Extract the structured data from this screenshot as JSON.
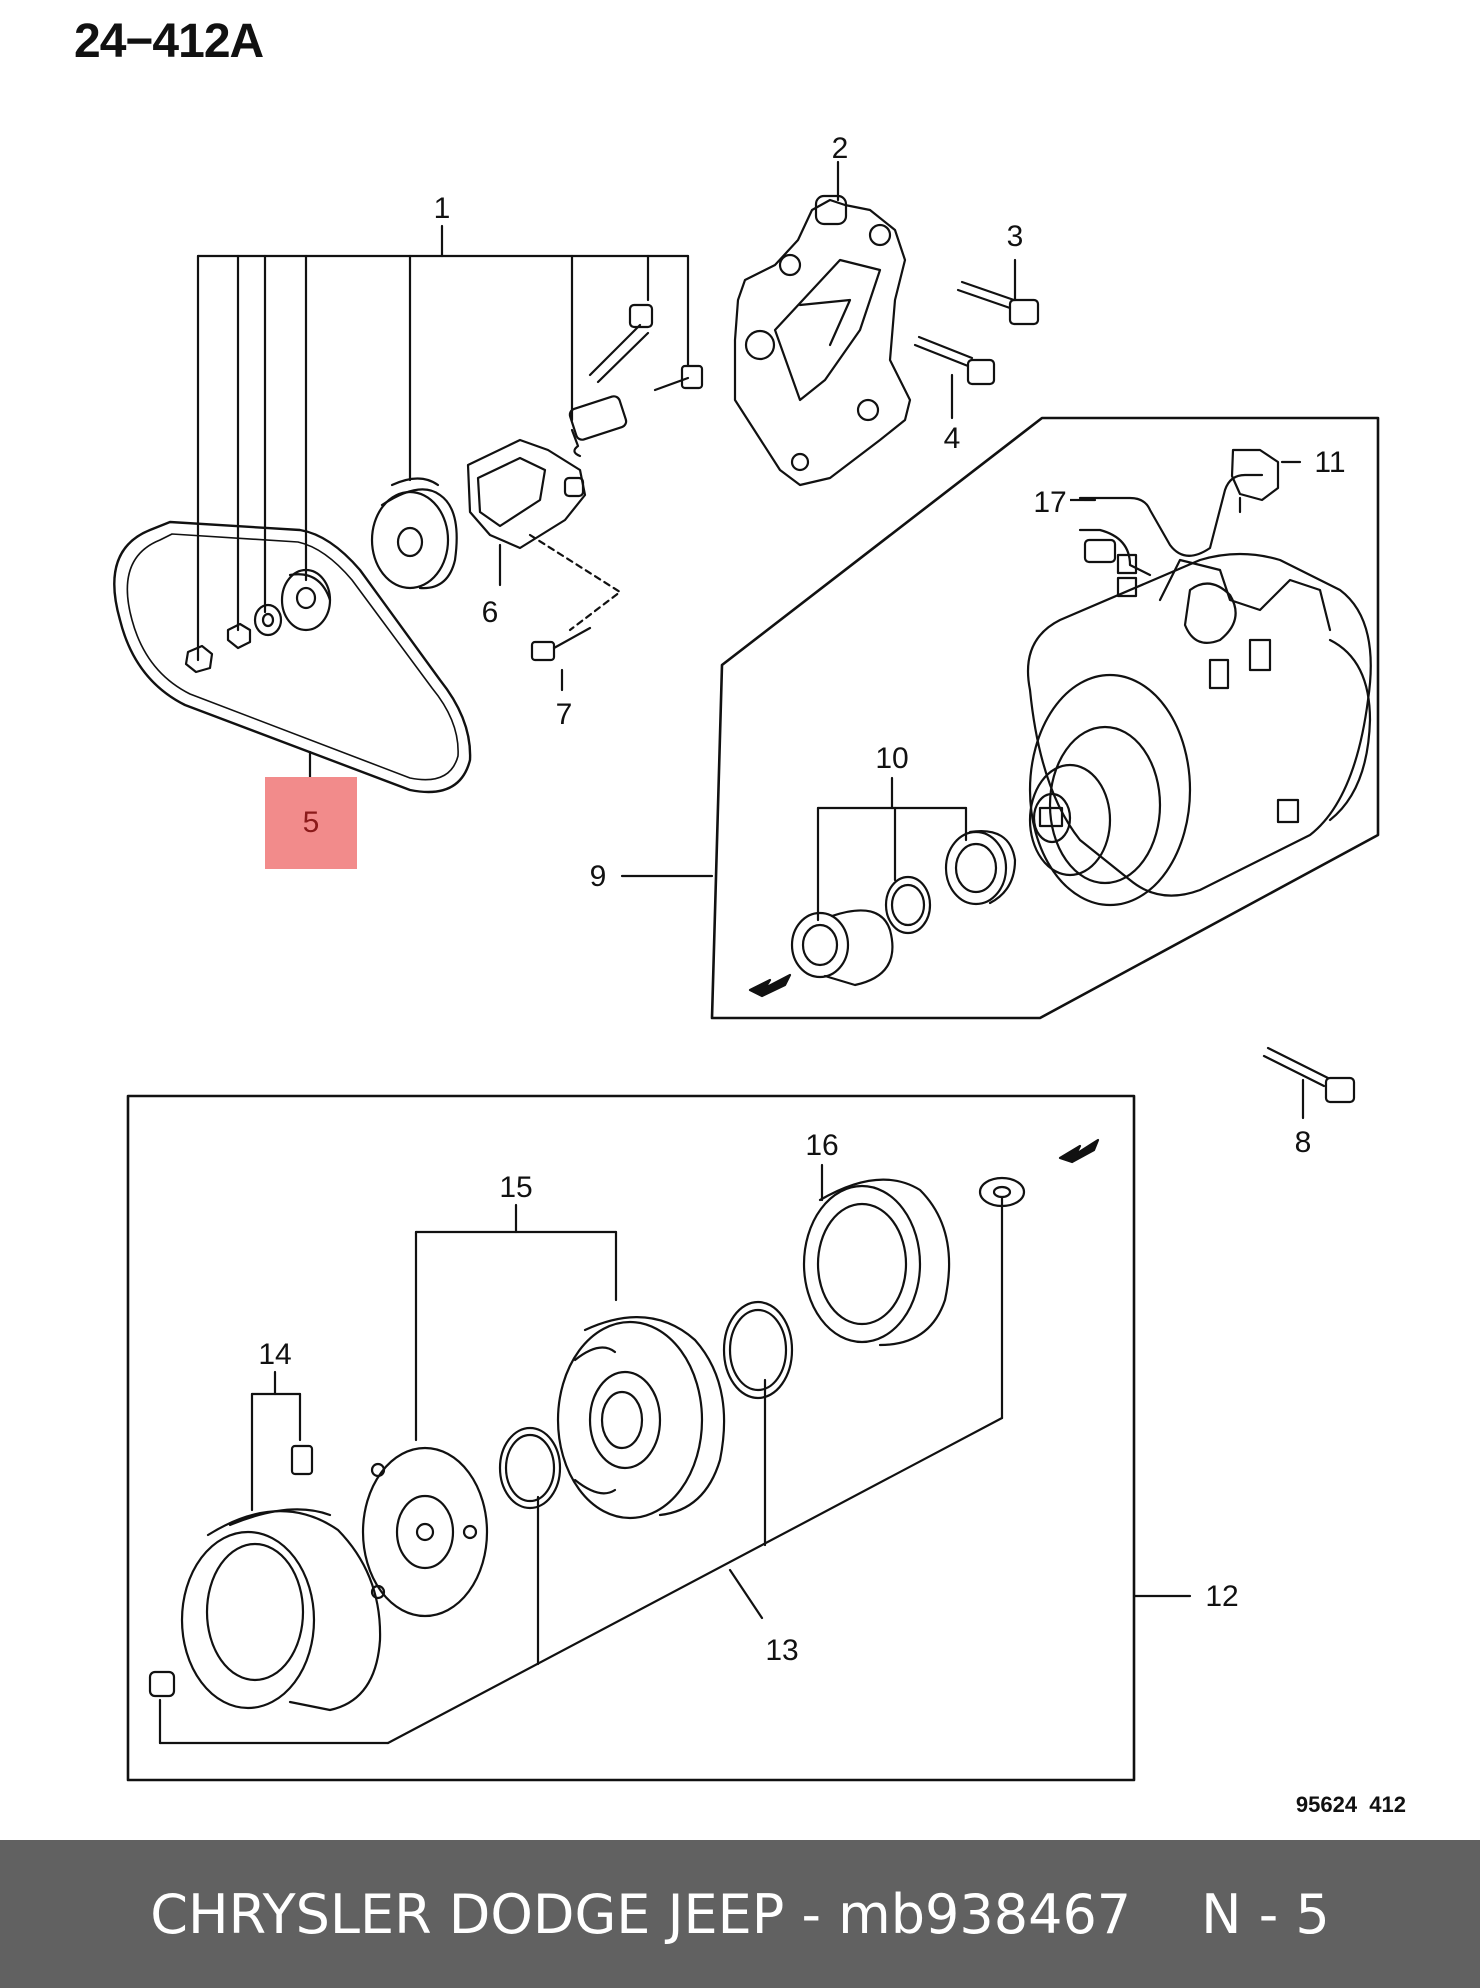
{
  "header": {
    "title": "24−412A"
  },
  "callouts": {
    "c1": "1",
    "c2": "2",
    "c3": "3",
    "c4": "4",
    "c5": "5",
    "c6": "6",
    "c7": "7",
    "c8": "8",
    "c9": "9",
    "c10": "10",
    "c11": "11",
    "c12": "12",
    "c13": "13",
    "c14": "14",
    "c15": "15",
    "c16": "16",
    "c17": "17"
  },
  "highlight": {
    "part": "5",
    "color": "#f28b8b"
  },
  "reference": "95624  412",
  "footer": {
    "brand": "CHRYSLER DODGE JEEP - mb938467",
    "page": "N - 5"
  }
}
